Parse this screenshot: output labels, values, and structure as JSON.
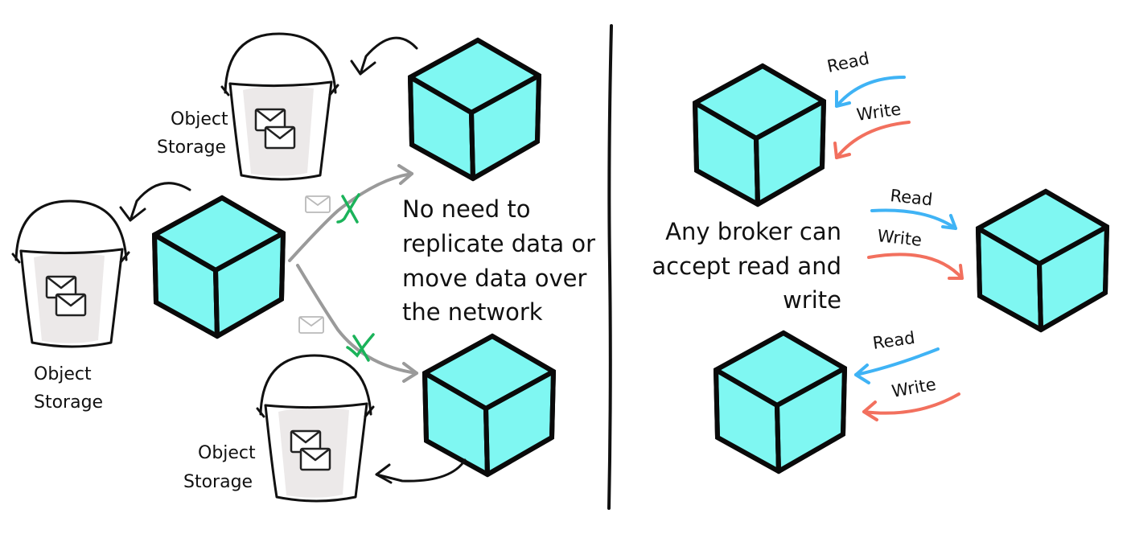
{
  "left_panel": {
    "buckets": [
      {
        "label_line1": "Object",
        "label_line2": "Storage"
      },
      {
        "label_line1": "Object",
        "label_line2": "Storage"
      },
      {
        "label_line1": "Object",
        "label_line2": "Storage"
      }
    ],
    "note_lines": [
      "No need to",
      "replicate data or",
      "move data over",
      "the network"
    ]
  },
  "right_panel": {
    "note_lines": [
      "Any broker can",
      "accept read and",
      "write"
    ],
    "brokers": [
      {
        "read_label": "Read",
        "write_label": "Write"
      },
      {
        "read_label": "Read",
        "write_label": "Write"
      },
      {
        "read_label": "Read",
        "write_label": "Write"
      }
    ]
  },
  "colors": {
    "cube_fill": "#7ff7f2",
    "read_arrow": "#3fb3f5",
    "write_arrow": "#f2705e",
    "blocked_mark": "#1bb35a",
    "replication_arrow": "#9a9a9a"
  },
  "icons": [
    "cube-icon",
    "bucket-icon",
    "envelope-icon",
    "x-mark-icon"
  ]
}
